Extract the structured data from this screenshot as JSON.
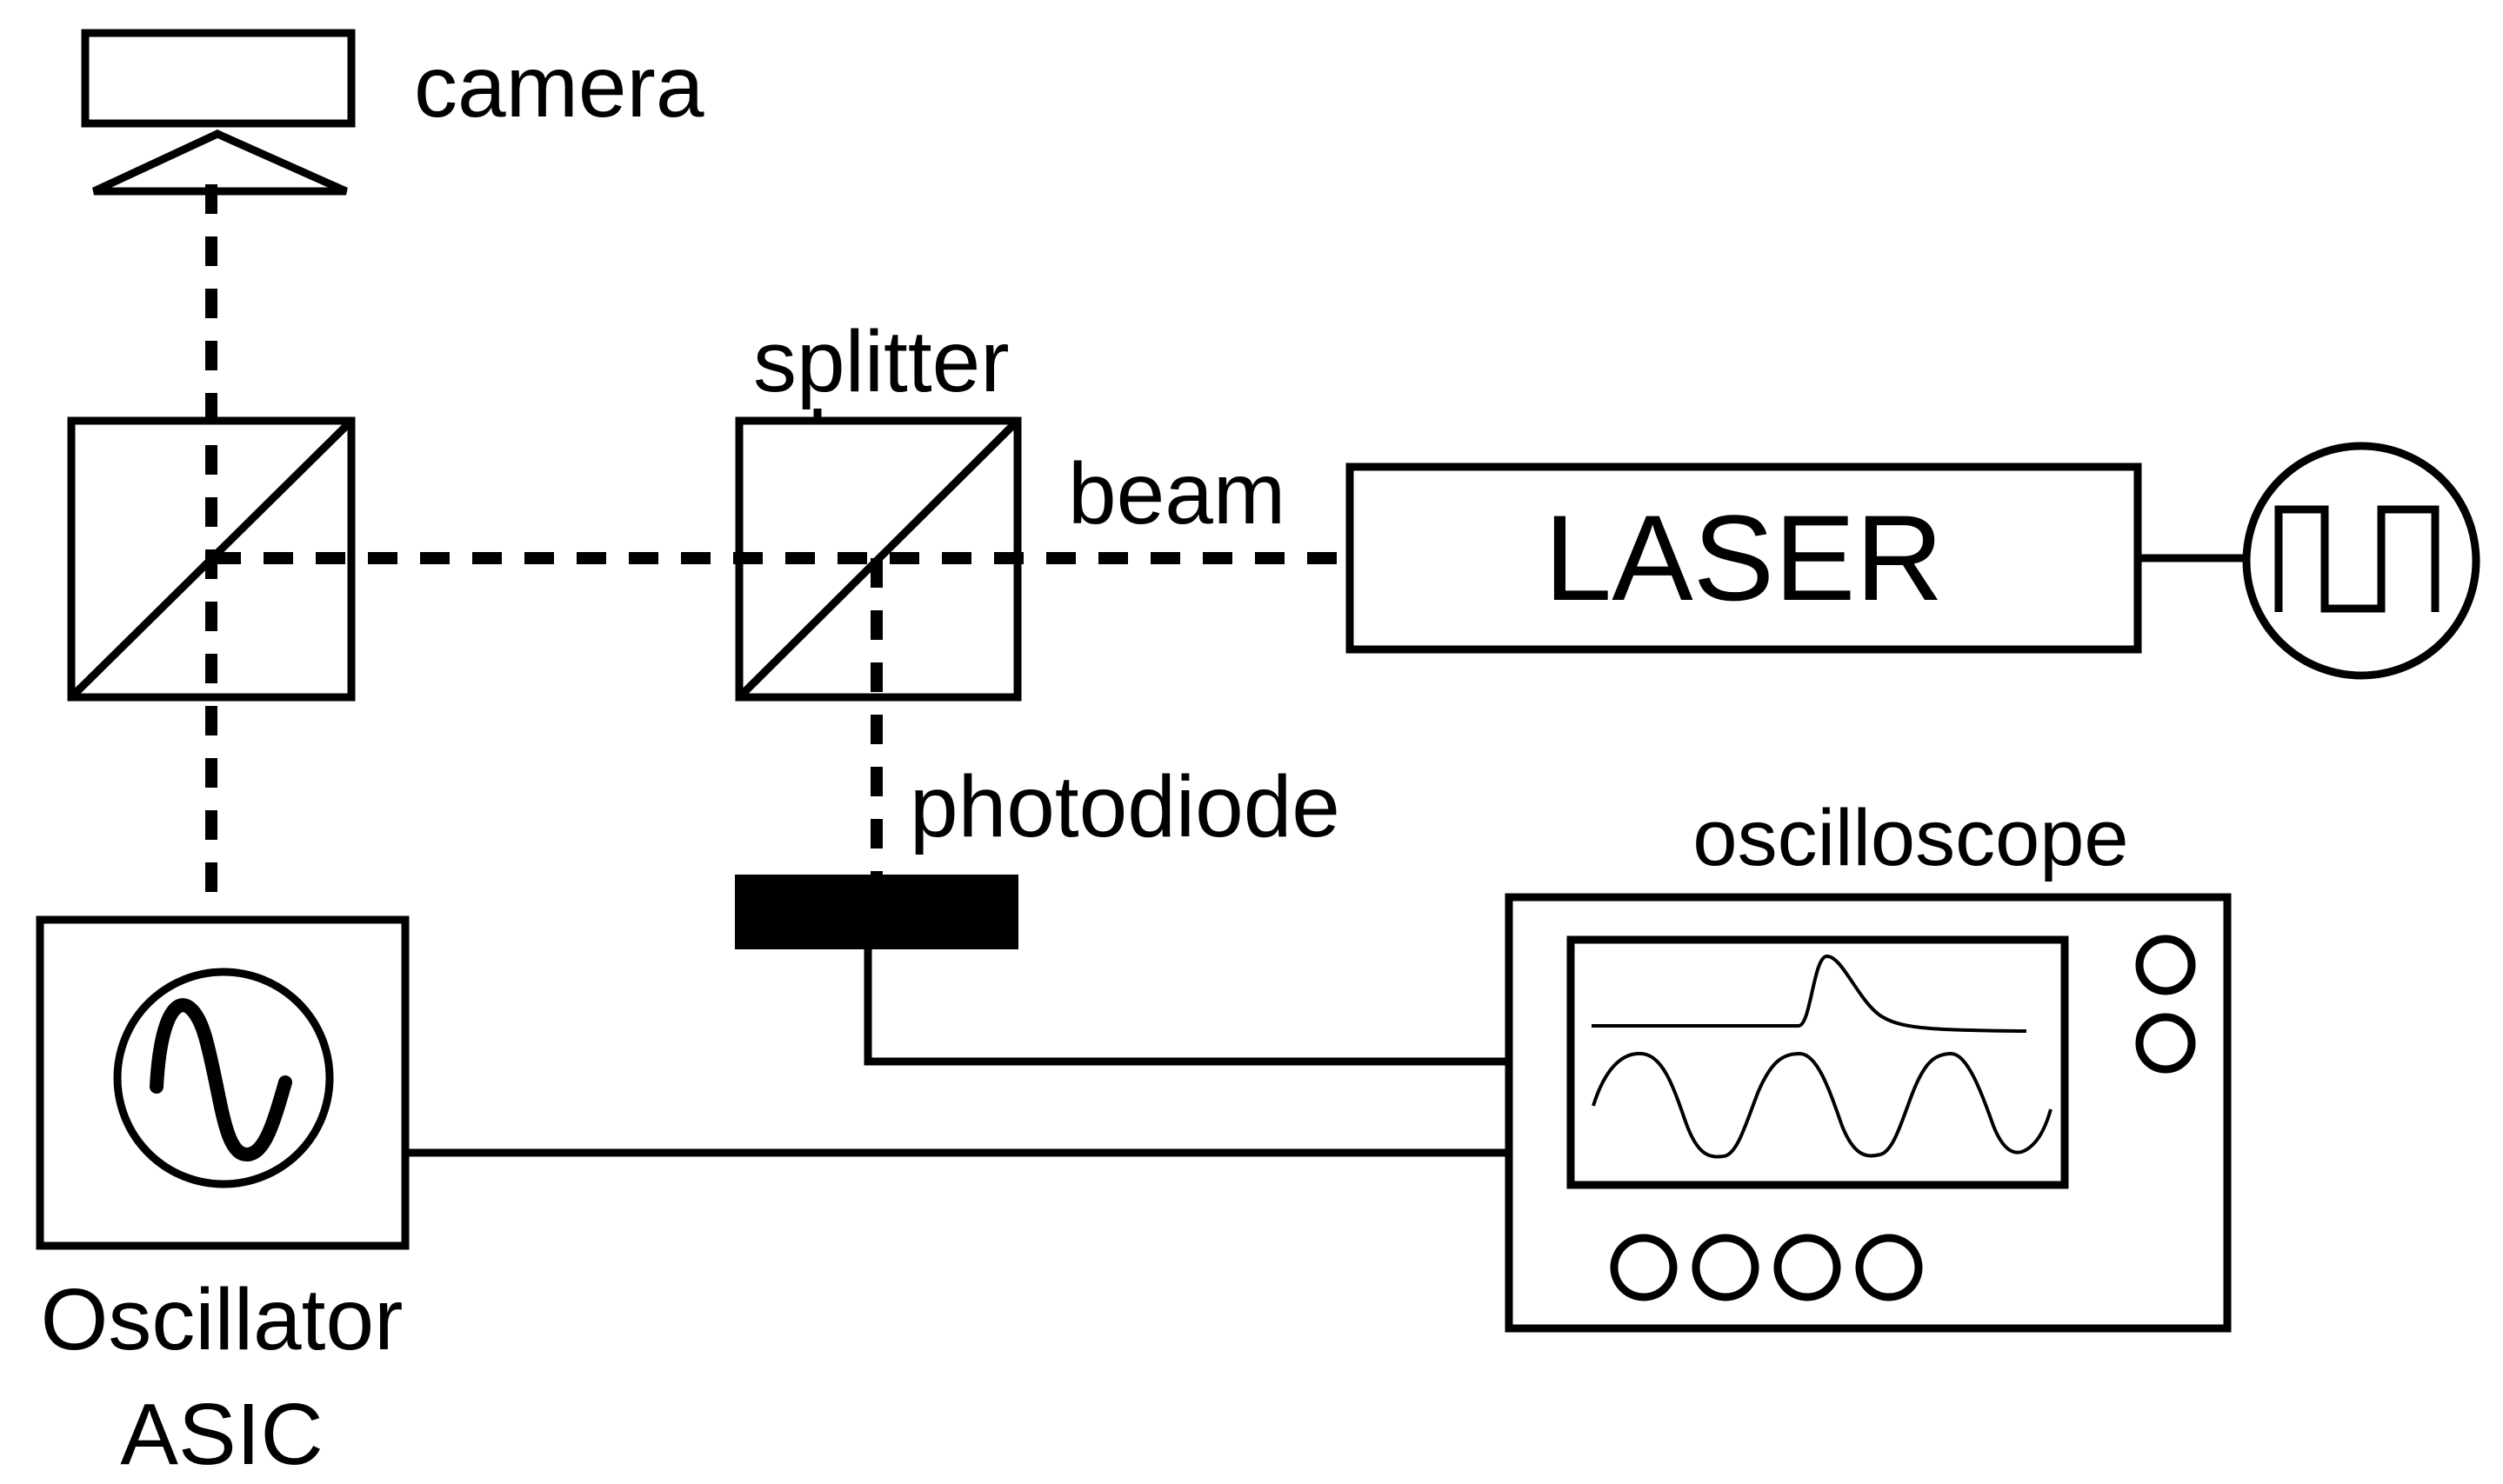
{
  "labels": {
    "camera": "camera",
    "splitter": "splitter",
    "beam": "beam",
    "laser": "LASER",
    "photodiode": "photodiode",
    "oscilloscope": "oscilloscope",
    "oscillator_line1": "Oscillator",
    "oscillator_line2": "ASIC"
  },
  "icons": {
    "signal_source": "square-wave-icon",
    "oscillator": "sine-wave-icon"
  },
  "colors": {
    "stroke": "#000000",
    "background": "#ffffff"
  }
}
